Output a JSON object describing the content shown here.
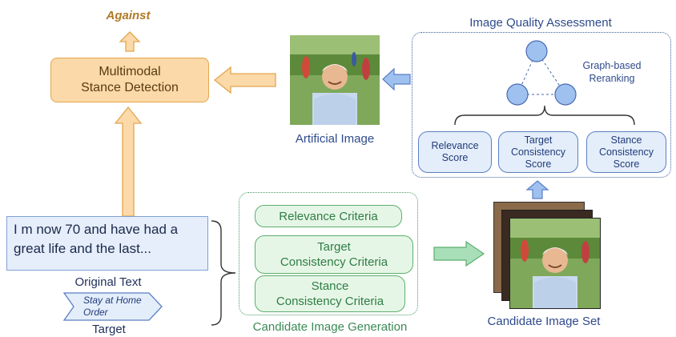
{
  "output_label": "Against",
  "detector": {
    "line1": "Multimodal",
    "line2": "Stance Detection"
  },
  "artificial_image": {
    "caption": "Artificial Image"
  },
  "assessment": {
    "title": "Image Quality Assessment",
    "graph_line1": "Graph-based",
    "graph_line2": "Reranking",
    "scores": [
      {
        "line1": "Relevance",
        "line2": "Score"
      },
      {
        "line1": "Target",
        "line2": "Consistency",
        "line3": "Score"
      },
      {
        "line1": "Stance",
        "line2": "Consistency",
        "line3": "Score"
      }
    ]
  },
  "input": {
    "text": "I m now 70 and have had a great life and the last...",
    "text_caption": "Original Text",
    "target_line1": "Stay at Home",
    "target_line2": "Order",
    "target_caption": "Target"
  },
  "generation": {
    "title": "Candidate Image Generation",
    "criteria": [
      {
        "line1": "Relevance Criteria"
      },
      {
        "line1": "Target",
        "line2": "Consistency Criteria"
      },
      {
        "line1": "Stance",
        "line2": "Consistency Criteria"
      }
    ]
  },
  "candidate_set": {
    "caption": "Candidate Image Set"
  },
  "colors": {
    "orange_fill": "#fbd9a8",
    "orange_stroke": "#e3a64f",
    "blue_fill": "#e4eefb",
    "blue_stroke": "#5a7fc4",
    "green_fill": "#e6f6e6",
    "green_stroke": "#5cae6e",
    "node_fill": "#9ec1f0"
  }
}
